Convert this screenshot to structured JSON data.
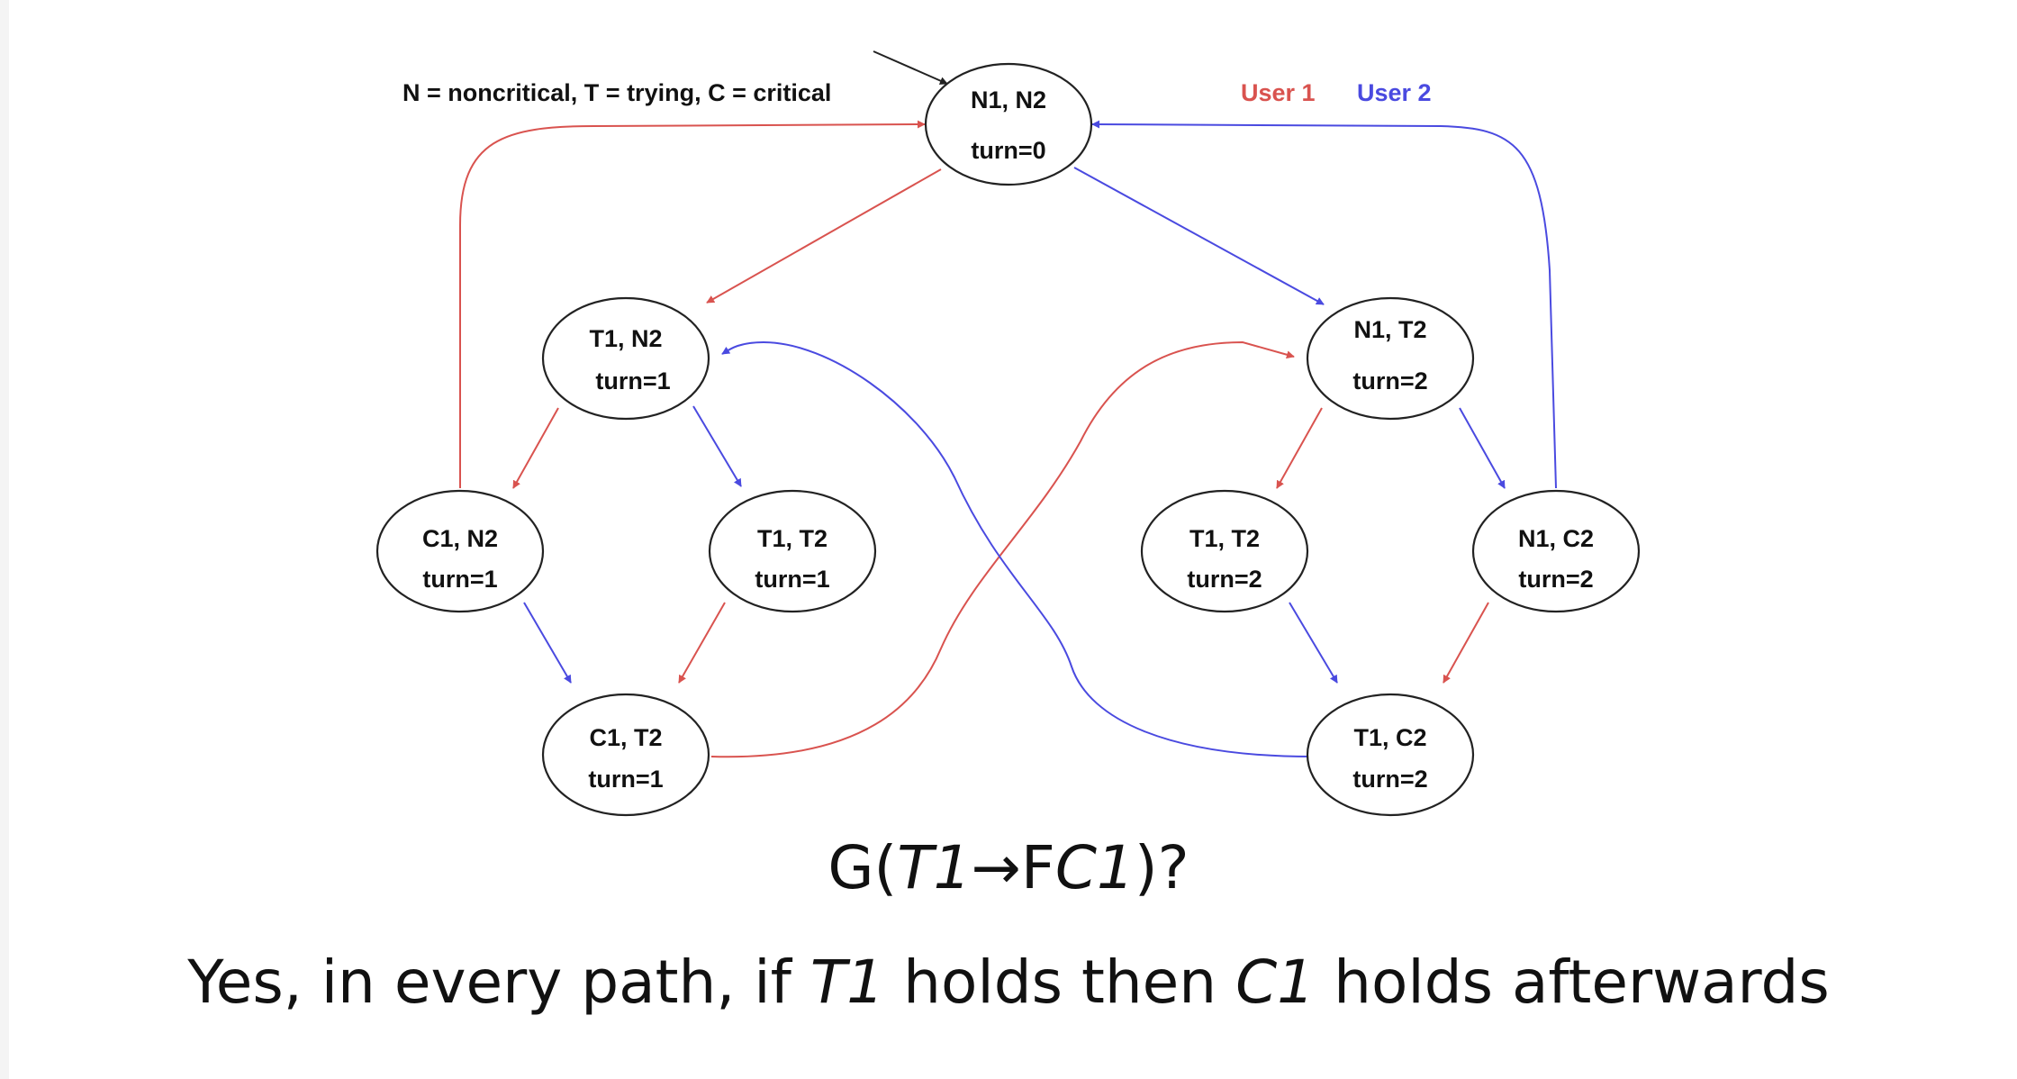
{
  "legend": {
    "states": "N = noncritical,  T = trying,  C = critical",
    "user1": "User 1",
    "user2": "User 2"
  },
  "colors": {
    "user1": "#d9534f",
    "user2": "#4a4ae0",
    "start": "#222222"
  },
  "nodes": [
    {
      "id": "n1n2",
      "label": "N1, N2",
      "turn": "turn=0"
    },
    {
      "id": "t1n2",
      "label": "T1, N2",
      "turn": "turn=1"
    },
    {
      "id": "n1t2",
      "label": "N1, T2",
      "turn": "turn=2"
    },
    {
      "id": "c1n2",
      "label": "C1, N2",
      "turn": "turn=1"
    },
    {
      "id": "t1t2a",
      "label": "T1, T2",
      "turn": "turn=1"
    },
    {
      "id": "t1t2b",
      "label": "T1, T2",
      "turn": "turn=2"
    },
    {
      "id": "n1c2",
      "label": "N1, C2",
      "turn": "turn=2"
    },
    {
      "id": "c1t2",
      "label": "C1, T2",
      "turn": "turn=1"
    },
    {
      "id": "t1c2",
      "label": "T1, C2",
      "turn": "turn=2"
    }
  ],
  "edges": [
    {
      "from": "n1n2",
      "to": "t1n2",
      "user": "user1"
    },
    {
      "from": "n1n2",
      "to": "n1t2",
      "user": "user2"
    },
    {
      "from": "t1n2",
      "to": "c1n2",
      "user": "user1"
    },
    {
      "from": "t1n2",
      "to": "t1t2a",
      "user": "user2"
    },
    {
      "from": "n1t2",
      "to": "t1t2b",
      "user": "user1"
    },
    {
      "from": "n1t2",
      "to": "n1c2",
      "user": "user2"
    },
    {
      "from": "c1n2",
      "to": "c1t2",
      "user": "user2"
    },
    {
      "from": "t1t2a",
      "to": "c1t2",
      "user": "user1"
    },
    {
      "from": "t1t2b",
      "to": "t1c2",
      "user": "user2"
    },
    {
      "from": "n1c2",
      "to": "t1c2",
      "user": "user1"
    },
    {
      "from": "c1n2",
      "to": "n1n2",
      "user": "user1"
    },
    {
      "from": "n1c2",
      "to": "n1n2",
      "user": "user2"
    },
    {
      "from": "c1t2",
      "to": "n1t2",
      "user": "user1"
    },
    {
      "from": "t1c2",
      "to": "t1n2",
      "user": "user2"
    }
  ],
  "question": {
    "prefix": "G(",
    "t1": "T1",
    "arrow": "→F",
    "c1": "C1",
    "suffix": ")?"
  },
  "answer": {
    "part1": "Yes, in every path, if ",
    "t1": "T1",
    "part2": " holds then ",
    "c1": "C1",
    "part3": " holds afterwards"
  }
}
